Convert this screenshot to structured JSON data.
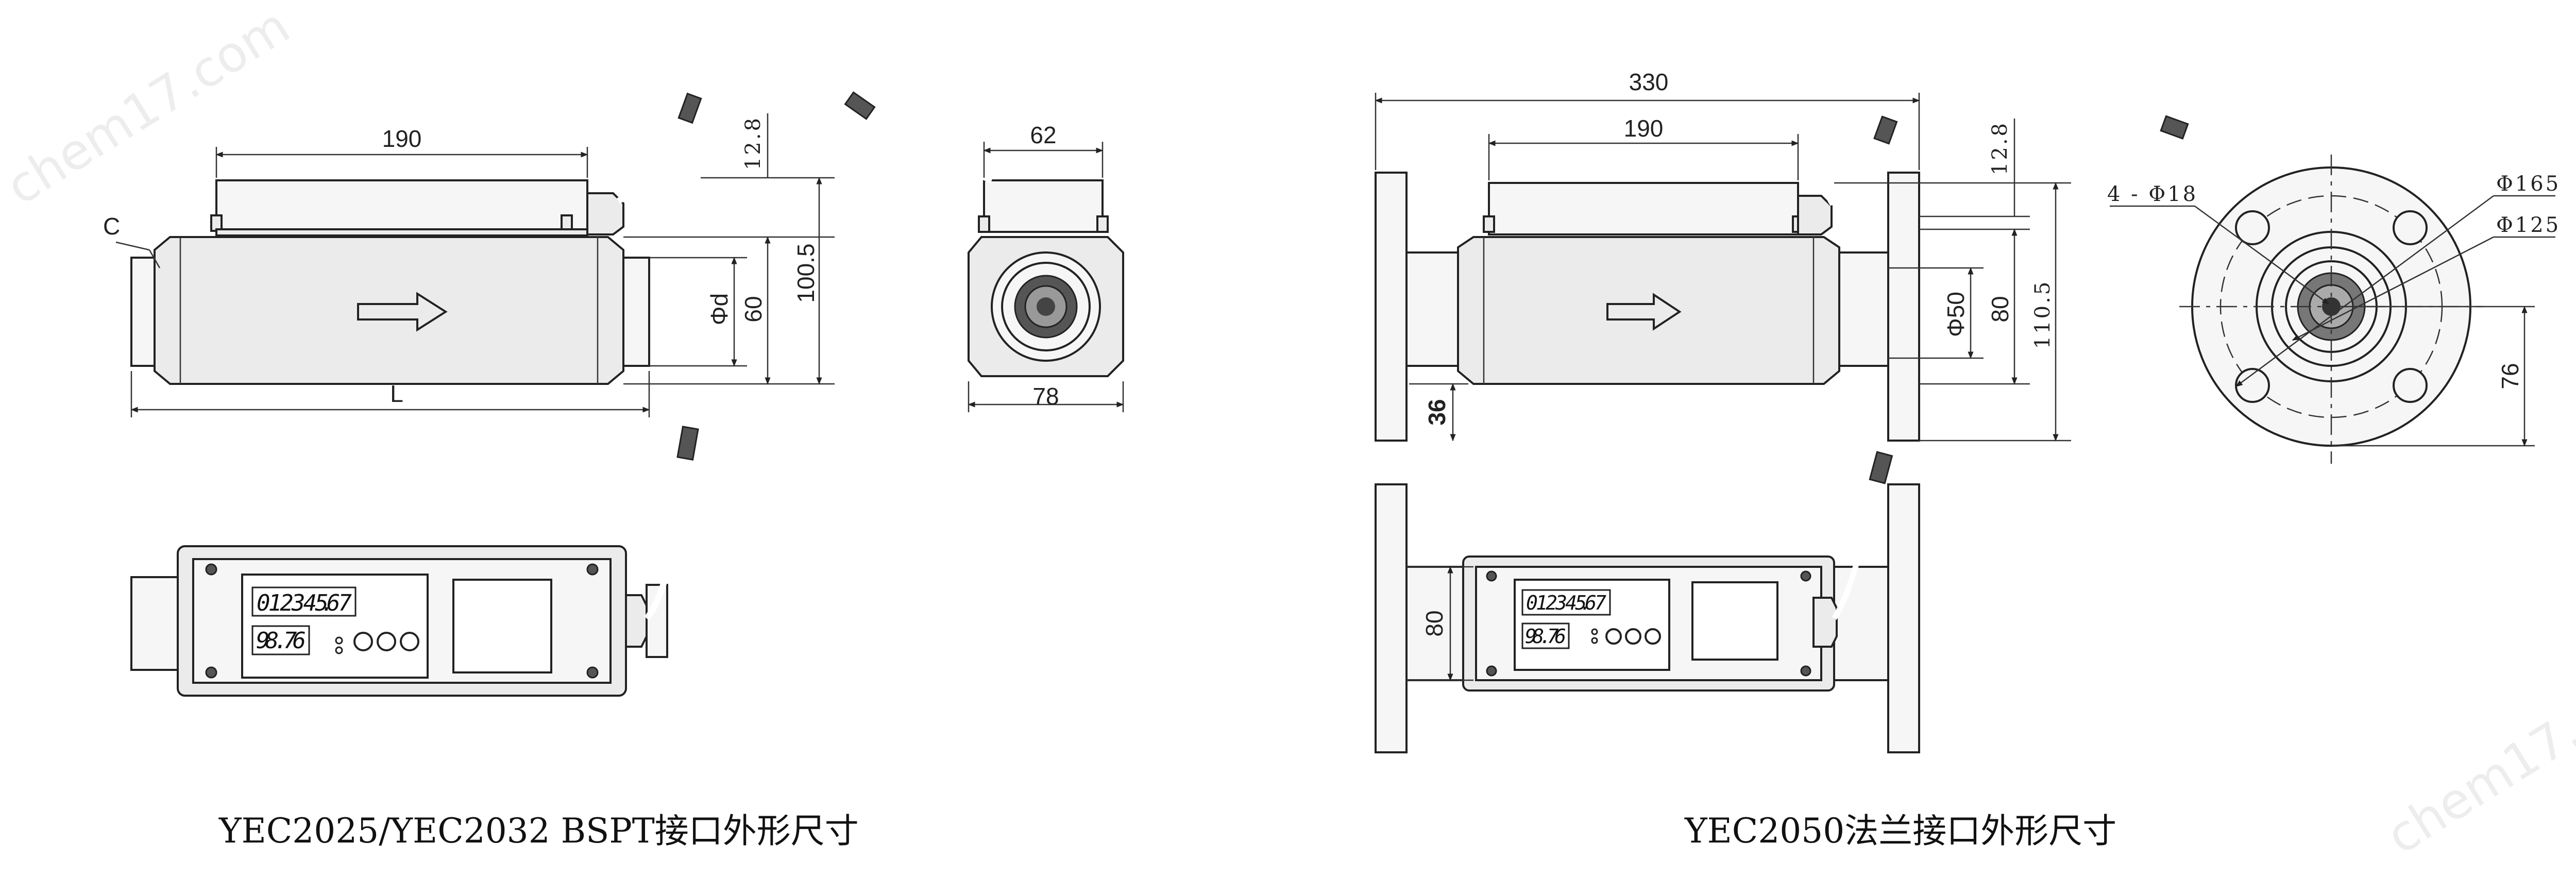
{
  "watermarks": [
    "chem17.com",
    "chem17.com"
  ],
  "left_drawing": {
    "front_view": {
      "dim_top": "190",
      "dim_height_1": "12.8",
      "dim_height_2": "100.5",
      "dim_bore": "Φd",
      "dim_body": "60",
      "dim_length": "L",
      "chamfer": "C"
    },
    "end_view": {
      "dim_top": "62",
      "dim_bottom": "78"
    },
    "top_view": {
      "display_line_1": "0 1 2 3 4 5.6 7",
      "display_line_2": "98.76"
    },
    "caption": "YEC2025/YEC2032 BSPT接口外形尺寸"
  },
  "right_drawing": {
    "front_view": {
      "dim_overall": "330",
      "dim_top": "190",
      "dim_height_1": "12.8",
      "dim_bore": "Φ50",
      "dim_body": "80",
      "dim_height_2": "110.5",
      "dim_base": "36"
    },
    "flange_view": {
      "holes": "4 - Φ18",
      "pcd": "Φ165",
      "raised_face": "Φ125",
      "center_height": "76"
    },
    "top_view": {
      "dim_width": "80",
      "display_line_1": "0 1 2 3 4 5.6 7",
      "display_line_2": "98.76"
    },
    "caption": "YEC2050法兰接口外形尺寸"
  }
}
